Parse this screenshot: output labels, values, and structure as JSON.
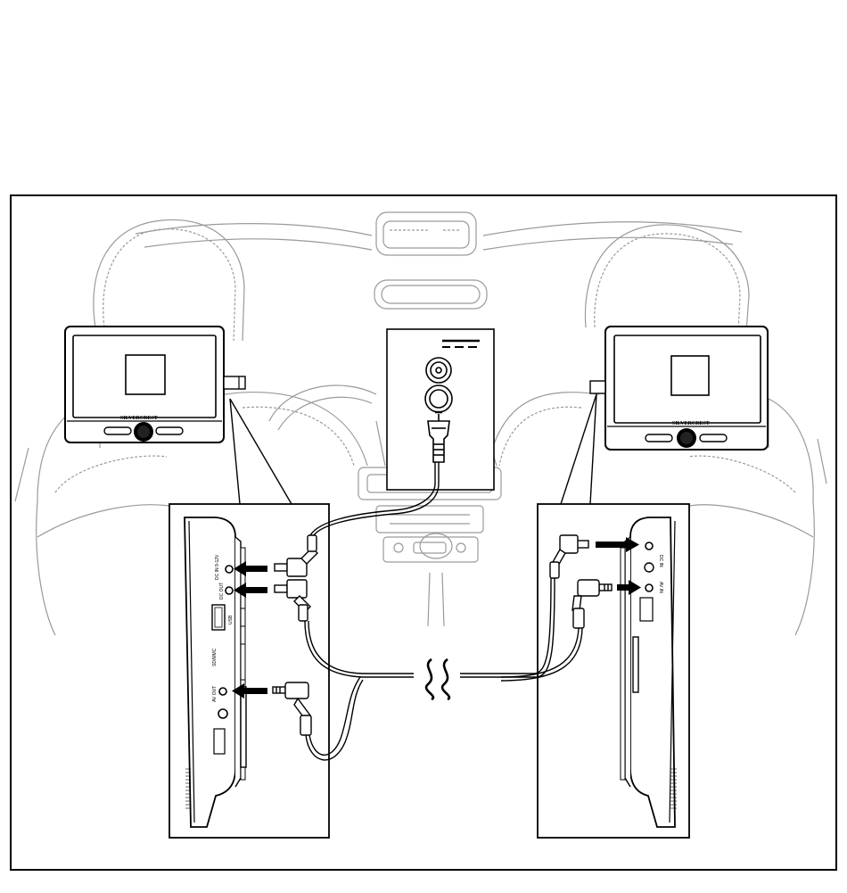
{
  "diagram": {
    "monitors": [
      {
        "id": "left",
        "brand": "SILVERCREST"
      },
      {
        "id": "right",
        "brand": "SILVERCREST"
      }
    ],
    "left_panel_ports": [
      "DC IN 9-12V",
      "DC OUT",
      "USB",
      "SD/MMC",
      "AV OUT"
    ],
    "right_panel_ports": [
      "DC IN",
      "AV IN"
    ],
    "colors": {
      "line": "#000000",
      "sketch": "#9a9a9a",
      "background": "#ffffff"
    }
  }
}
